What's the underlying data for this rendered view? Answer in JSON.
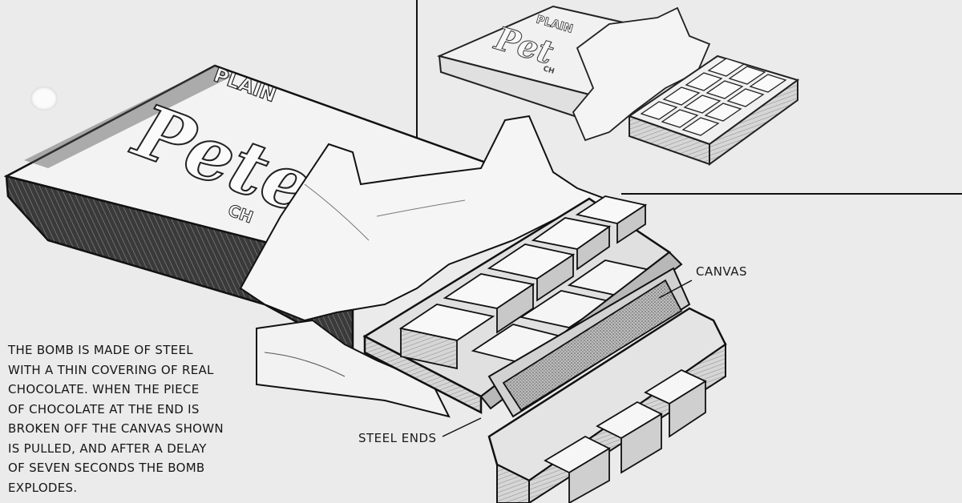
{
  "wrapper_large": {
    "label_top": "PLAIN",
    "brand": "Peter",
    "label_bottom": "CH"
  },
  "wrapper_inset": {
    "label_top": "PLAIN",
    "brand": "Pet",
    "label_bottom": "CH"
  },
  "callouts": {
    "canvas": "CANVAS",
    "steel_ends": "STEEL ENDS"
  },
  "caption": {
    "lines": [
      "THE BOMB IS MADE OF STEEL",
      "WITH A THIN COVERING OF REAL",
      "CHOCOLATE. WHEN THE PIECE",
      "OF CHOCOLATE AT THE END IS",
      "BROKEN OFF THE CANVAS SHOWN",
      "IS PULLED, AND AFTER A DELAY",
      "OF SEVEN SECONDS THE BOMB",
      "EXPLODES."
    ]
  },
  "colors": {
    "paper": "#ebebeb",
    "ink": "#161616",
    "wrapper_dark": "#2a2a2a",
    "chocolate_face": "#e8e8e8"
  }
}
